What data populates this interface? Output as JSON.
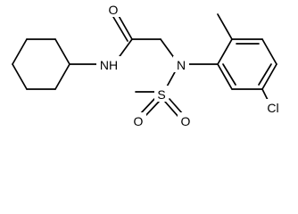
{
  "atom_labels": {
    "carbonyl_oxygen": "O",
    "amide_nh": "NH",
    "sulfonamide_nitrogen": "N",
    "sulfur": "S",
    "sulfonyl_oxygen_left": "O",
    "sulfonyl_oxygen_right": "O",
    "chlorine": "Cl"
  }
}
